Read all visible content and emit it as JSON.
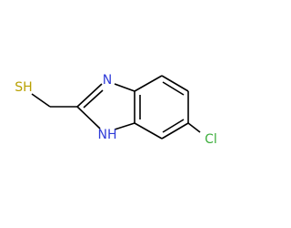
{
  "molecule": {
    "atoms": {
      "sulfur": {
        "label": "SH",
        "color": "#b8a000"
      },
      "nitrogen_imine": {
        "label": "N",
        "color": "#2f3bd8"
      },
      "nitrogen_amine": {
        "label": "NH",
        "color": "#2f3bd8"
      },
      "chlorine": {
        "label": "Cl",
        "color": "#3cae3c"
      }
    },
    "bond_color": "#000000"
  }
}
